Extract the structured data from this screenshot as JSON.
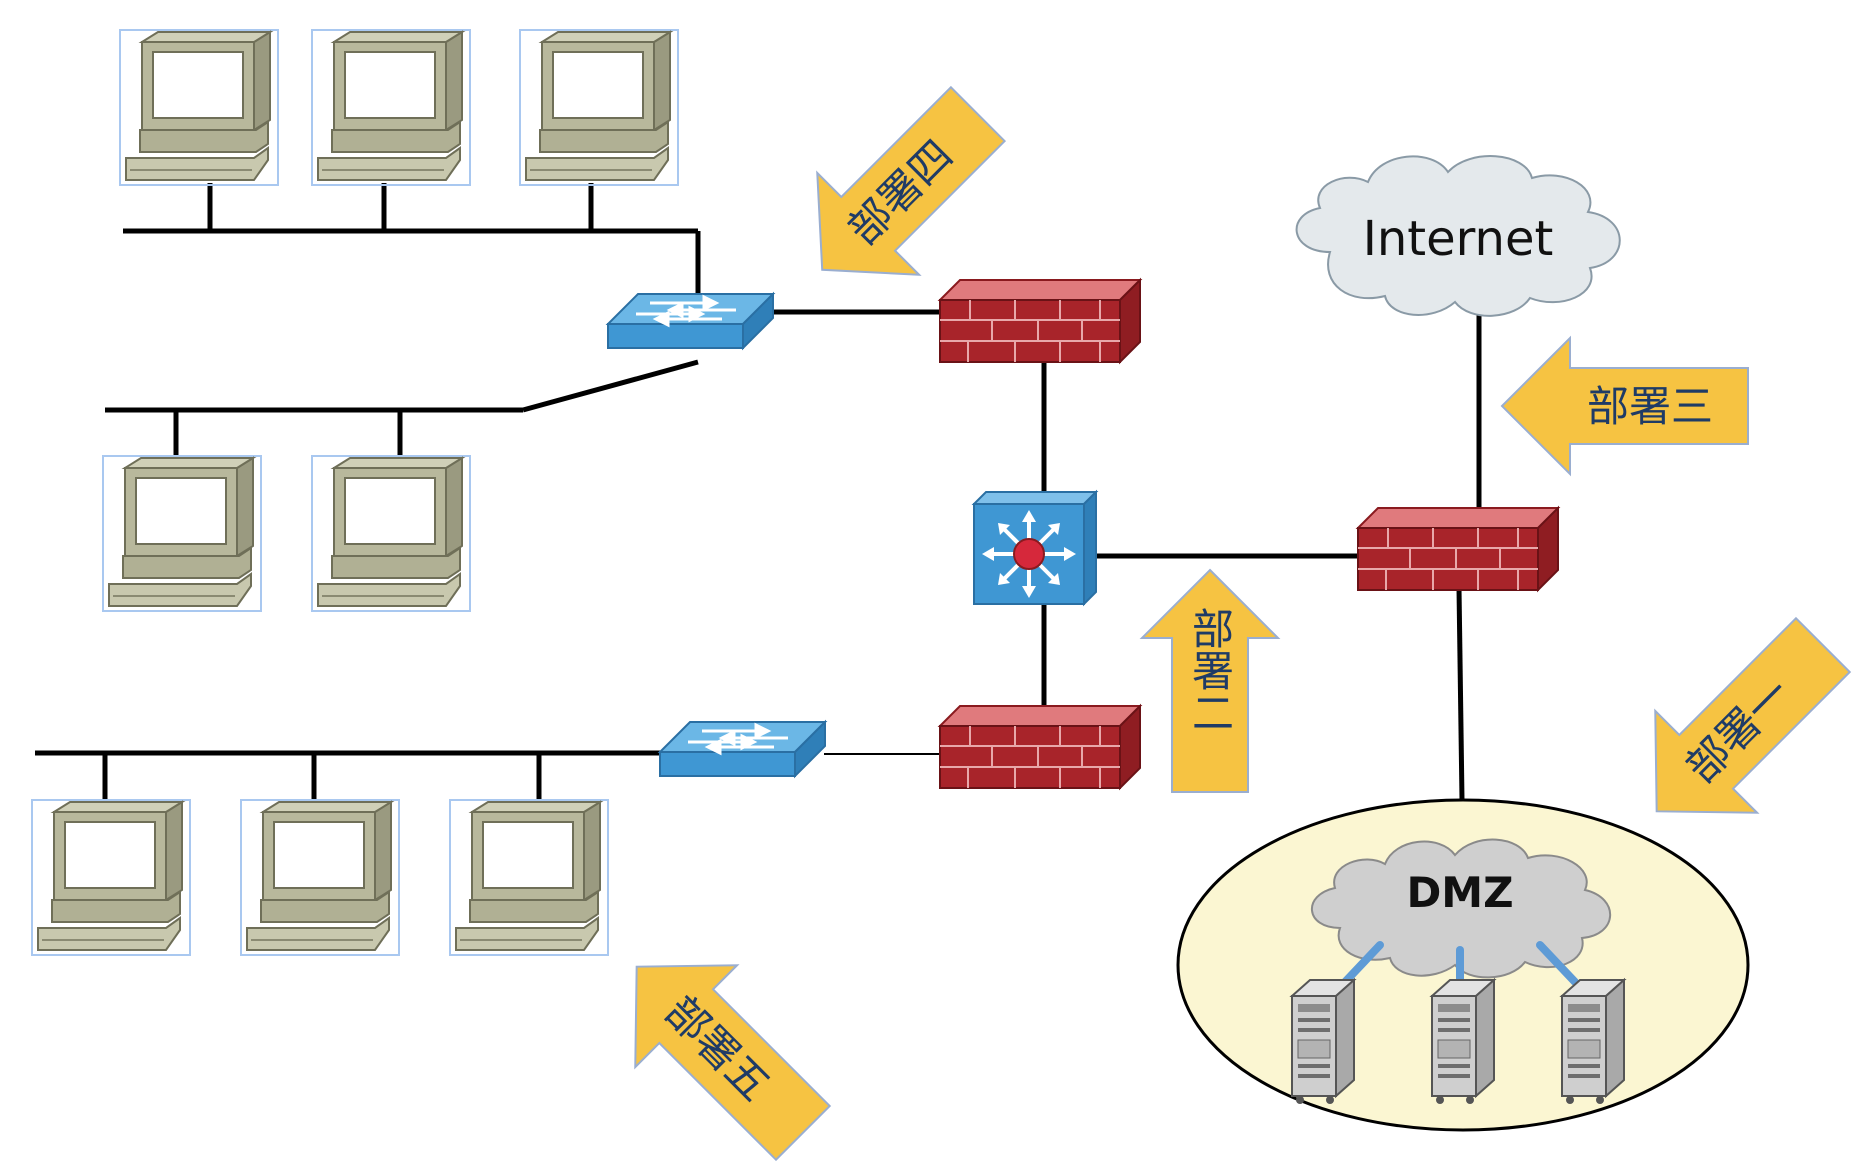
{
  "diagram": {
    "cloud_internet": "Internet",
    "cloud_dmz": "DMZ",
    "arrows": {
      "deploy_1": "部署一",
      "deploy_2": "部署二",
      "deploy_3": "部署三",
      "deploy_4": "部署四",
      "deploy_5": "部署五"
    },
    "colors": {
      "arrow_fill": "#f6c342",
      "arrow_stroke": "#9aaed0",
      "firewall_brick": "#a8242a",
      "switch_blue": "#3f97d3",
      "dmz_zone": "#fbf6d2",
      "cloud": "#e4e9ec"
    }
  }
}
